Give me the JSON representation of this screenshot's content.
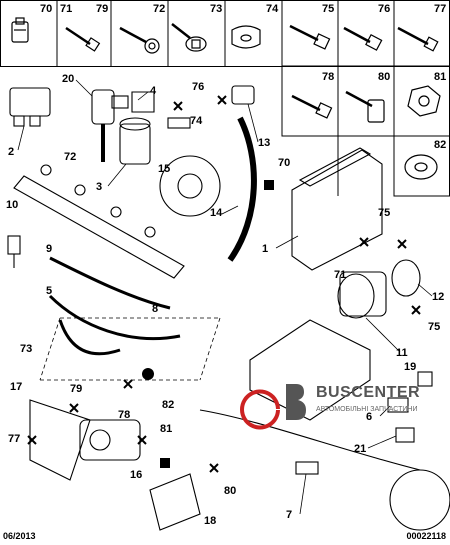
{
  "header_grid": {
    "top_row": [
      "70",
      "71",
      "79",
      "72",
      "73",
      "74",
      "75",
      "76",
      "77"
    ],
    "second_rows": [
      "78",
      "80",
      "81",
      "82"
    ]
  },
  "callouts": [
    "20",
    "4",
    "76",
    "2",
    "72",
    "74",
    "15",
    "3",
    "13",
    "70",
    "10",
    "14",
    "1",
    "75",
    "9",
    "5",
    "71",
    "12",
    "73",
    "8",
    "75",
    "11",
    "17",
    "79",
    "78",
    "82",
    "77",
    "81",
    "6",
    "16",
    "21",
    "80",
    "7",
    "18",
    "19"
  ],
  "brand": {
    "name": "BUSCENTER",
    "tagline": "АВТОМОБІЛЬНІ ЗАПЧАСТИНИ"
  },
  "footer": {
    "date": "06/2013",
    "code": "00022118"
  },
  "colors": {
    "line": "#000000",
    "brand_red": "#cc2222",
    "brand_grey": "#555555"
  }
}
